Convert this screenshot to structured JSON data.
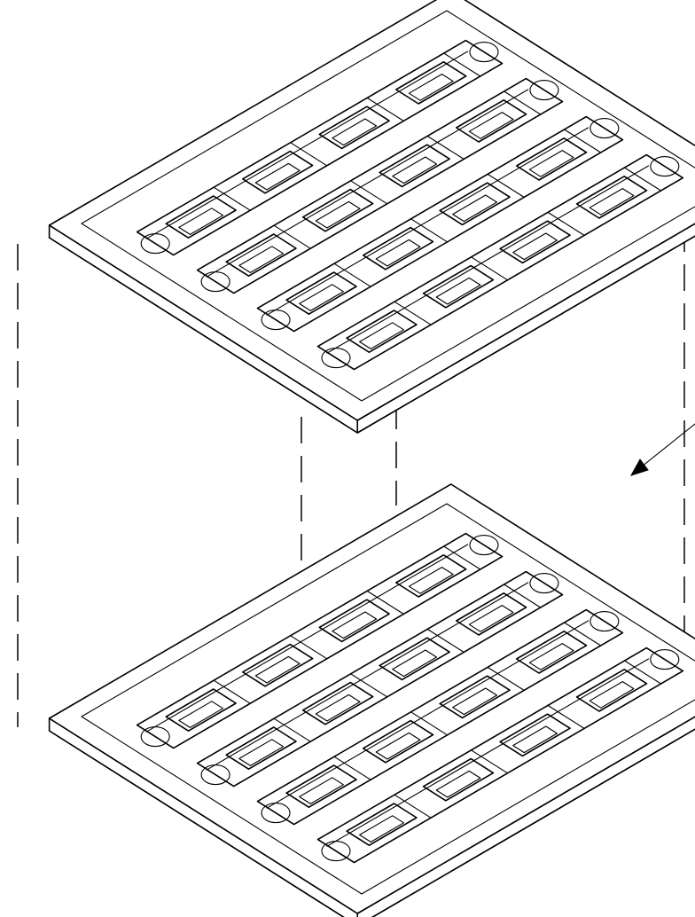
{
  "figure": {
    "kind": "isometric-technical-drawing",
    "subject": "stacked-blister-trays",
    "trays": [
      {
        "name": "upper-tray",
        "rows": 4,
        "pockets_per_row": 4
      },
      {
        "name": "lower-tray",
        "rows": 4,
        "pockets_per_row": 4
      }
    ],
    "connectors": "dashed-stacking-outline",
    "leader": "arrow-pointer",
    "line_color": "#000000",
    "background": "#ffffff"
  }
}
